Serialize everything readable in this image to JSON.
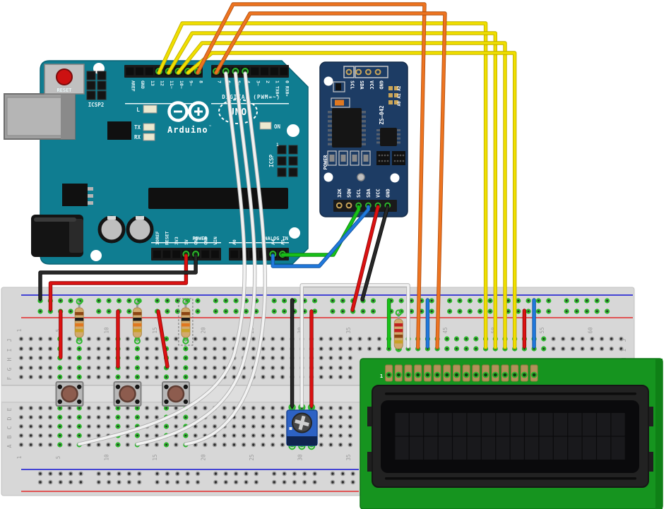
{
  "arduino": {
    "reset_label": "RESET",
    "icsp2_label": "ICSP2",
    "icsp_label": "ICSP",
    "icsp_pin1": "1",
    "digital_caption": "DIGITAL (PWM=~)",
    "led_l": "L",
    "led_tx": "TX",
    "led_rx": "RX",
    "led_on": "ON",
    "brand": "Arduino",
    "brand_tm": "™",
    "model": "UNO",
    "digital_pins_left": [
      "AREF",
      "GND",
      "13",
      "12",
      "11~",
      "10~",
      "9~",
      "8"
    ],
    "digital_pins_right": [
      "7",
      "6~",
      "5~",
      "4",
      "3~",
      "2",
      "1 TX0▸",
      "0 RX0▸"
    ],
    "power_caption": "POWER",
    "power_pins": [
      "IOREF",
      "RESET",
      "3V3",
      "5V",
      "GND",
      "GND",
      "VIN"
    ],
    "analog_caption": "ANALOG IN",
    "analog_pins": [
      "A0",
      "A1",
      "A2",
      "A3",
      "A4",
      "A5"
    ]
  },
  "rtc": {
    "top_pins": [
      "SCL",
      "SDA",
      "VCC",
      "GND"
    ],
    "bottom_pins": [
      "32K",
      "SQW",
      "SCL",
      "SDA",
      "VCC",
      "GND"
    ],
    "model": "ZS—042",
    "addr_label": "A0 A1 A2",
    "power_label": "POWER"
  },
  "breadboard": {
    "column_numbers": [
      1,
      5,
      10,
      15,
      20,
      25,
      30,
      35,
      40,
      45,
      50,
      55,
      60
    ],
    "row_letters_top": [
      "J",
      "I",
      "H",
      "G",
      "F"
    ],
    "row_letters_bottom": [
      "E",
      "D",
      "C",
      "B",
      "A"
    ]
  },
  "lcd": {
    "pin1_label": "1"
  },
  "colors": {
    "arduino_teal": "#0f7d91",
    "rtc_navy": "#1d3c64",
    "lcd_green": "#16941f",
    "breadboard_gray": "#d7d7d7",
    "rail_blue": "#4444d4",
    "rail_red": "#e05555",
    "hole_green": "#2db82d",
    "pad_gold": "#b2915a",
    "wire": {
      "yellow": "#f0df00",
      "yellow_dark": "#bfae00",
      "orange": "#ee7420",
      "orange_dark": "#b35214",
      "red": "#dd1111",
      "red_dark": "#8f0b0b",
      "black": "#282828",
      "black_dark": "#0a0a0a",
      "green": "#19c119",
      "green_dark": "#0e8c0e",
      "blue": "#2079dd",
      "blue_dark": "#14549c",
      "white": "#f2f2f2",
      "white_dark": "#b0b0b0"
    }
  },
  "wires": [
    {
      "id": "y12",
      "color": "yellow",
      "from": "Arduino D12",
      "to": "LCD pad 11"
    },
    {
      "id": "y11",
      "color": "yellow",
      "from": "Arduino D11",
      "to": "LCD pad 12"
    },
    {
      "id": "y10",
      "color": "yellow",
      "from": "Arduino D10",
      "to": "LCD pad 13"
    },
    {
      "id": "y9",
      "color": "yellow",
      "from": "Arduino D9",
      "to": "LCD pad 14"
    },
    {
      "id": "o8",
      "color": "orange",
      "from": "Arduino D8",
      "to": "LCD pad 4"
    },
    {
      "id": "o7",
      "color": "orange",
      "from": "Arduino D7",
      "to": "LCD pad 6"
    },
    {
      "id": "w6",
      "color": "white",
      "from": "Arduino D6",
      "to": "pushbutton 1"
    },
    {
      "id": "w5",
      "color": "white",
      "from": "Arduino D5",
      "to": "pushbutton 2"
    },
    {
      "id": "w4",
      "color": "white",
      "from": "Arduino D4",
      "to": "pushbutton 3"
    },
    {
      "id": "wpot",
      "color": "white",
      "from": "potentiometer wiper",
      "to": "LCD pad 3"
    },
    {
      "id": "g5",
      "color": "green",
      "from": "Arduino A5",
      "to": "RTC SCL"
    },
    {
      "id": "b4",
      "color": "blue",
      "from": "Arduino A4",
      "to": "RTC SDA"
    },
    {
      "id": "rv",
      "color": "red",
      "from": "RTC VCC",
      "to": "positive rail"
    },
    {
      "id": "bg",
      "color": "black",
      "from": "RTC GND",
      "to": "negative rail"
    },
    {
      "id": "r5v",
      "color": "red",
      "from": "Arduino 5V",
      "to": "positive rail"
    },
    {
      "id": "bgn",
      "color": "black",
      "from": "Arduino GND",
      "to": "negative rail"
    },
    {
      "id": "rr1",
      "color": "red",
      "from": "positive rail",
      "to": "button 1 row"
    },
    {
      "id": "rr2",
      "color": "red",
      "from": "positive rail",
      "to": "button 2 row"
    },
    {
      "id": "rr3",
      "color": "red",
      "from": "positive rail",
      "to": "button 3 row"
    },
    {
      "id": "bpt",
      "color": "black",
      "from": "negative rail",
      "to": "potentiometer pin 1"
    },
    {
      "id": "rpt",
      "color": "red",
      "from": "positive rail",
      "to": "potentiometer pin 3"
    },
    {
      "id": "glc",
      "color": "green",
      "from": "negative rail",
      "to": "LCD pad 1"
    },
    {
      "id": "bl5",
      "color": "blue",
      "from": "negative rail",
      "to": "LCD pad 5"
    },
    {
      "id": "rl15",
      "color": "red",
      "from": "positive rail",
      "to": "LCD pad 15"
    },
    {
      "id": "bl16",
      "color": "blue",
      "from": "negative rail",
      "to": "LCD pad 16"
    }
  ]
}
